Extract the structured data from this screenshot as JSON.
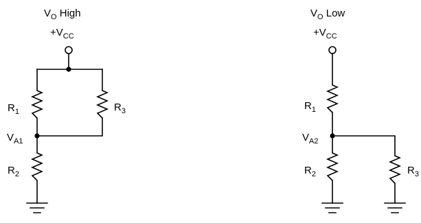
{
  "left_circuit": {
    "title_main": "V",
    "title_sub": "O",
    "title_rest": " High",
    "supply_prefix": "+V",
    "supply_sub": "CC",
    "r1_main": "R",
    "r1_sub": "1",
    "r2_main": "R",
    "r2_sub": "2",
    "r3_main": "R",
    "r3_sub": "3",
    "node_main": "V",
    "node_sub": "A1"
  },
  "right_circuit": {
    "title_main": "V",
    "title_sub": "O",
    "title_rest": " Low",
    "supply_prefix": "+V",
    "supply_sub": "CC",
    "r1_main": "R",
    "r1_sub": "1",
    "r2_main": "R",
    "r2_sub": "2",
    "r3_main": "R",
    "r3_sub": "3",
    "node_main": "V",
    "node_sub": "A2"
  }
}
